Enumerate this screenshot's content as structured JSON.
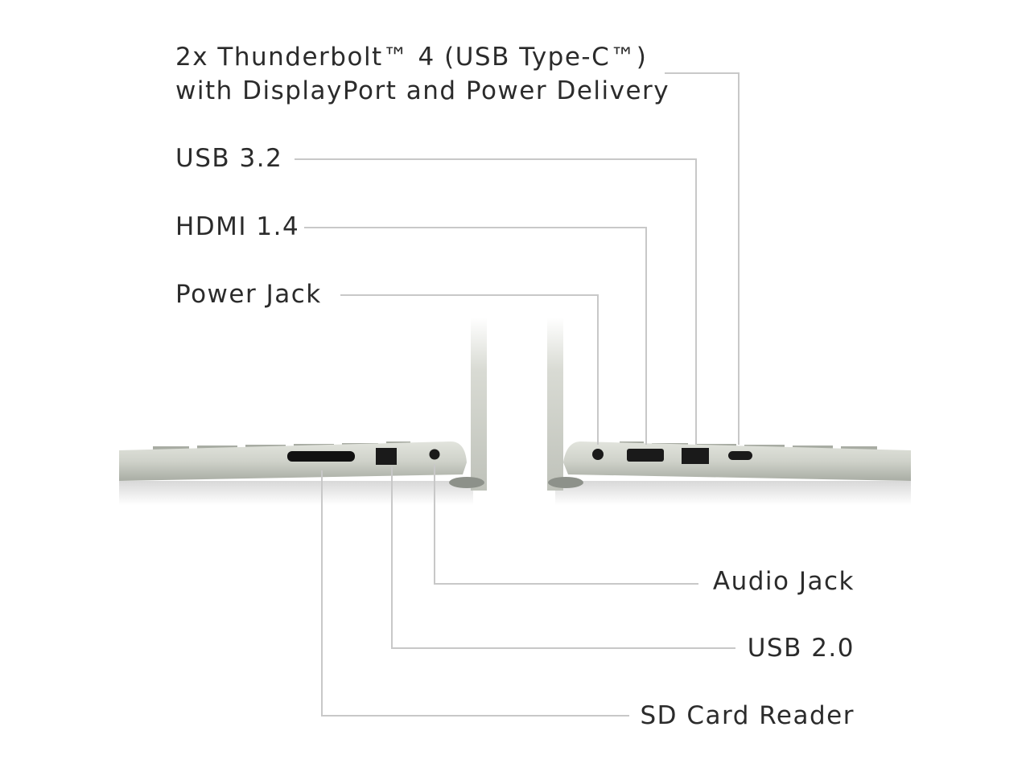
{
  "left_labels": {
    "thunderbolt_line1": "2x Thunderbolt™ 4 (USB Type-C™)",
    "thunderbolt_line2": "with DisplayPort and Power Delivery",
    "usb32": "USB 3.2",
    "hdmi": "HDMI 1.4",
    "power": "Power Jack"
  },
  "right_labels": {
    "audio": "Audio Jack",
    "usb20": "USB 2.0",
    "sd": "SD Card Reader"
  },
  "colors": {
    "leader_line": "#c8c8c8",
    "chassis": "#cdd0c8",
    "text": "#2b2b2b"
  }
}
